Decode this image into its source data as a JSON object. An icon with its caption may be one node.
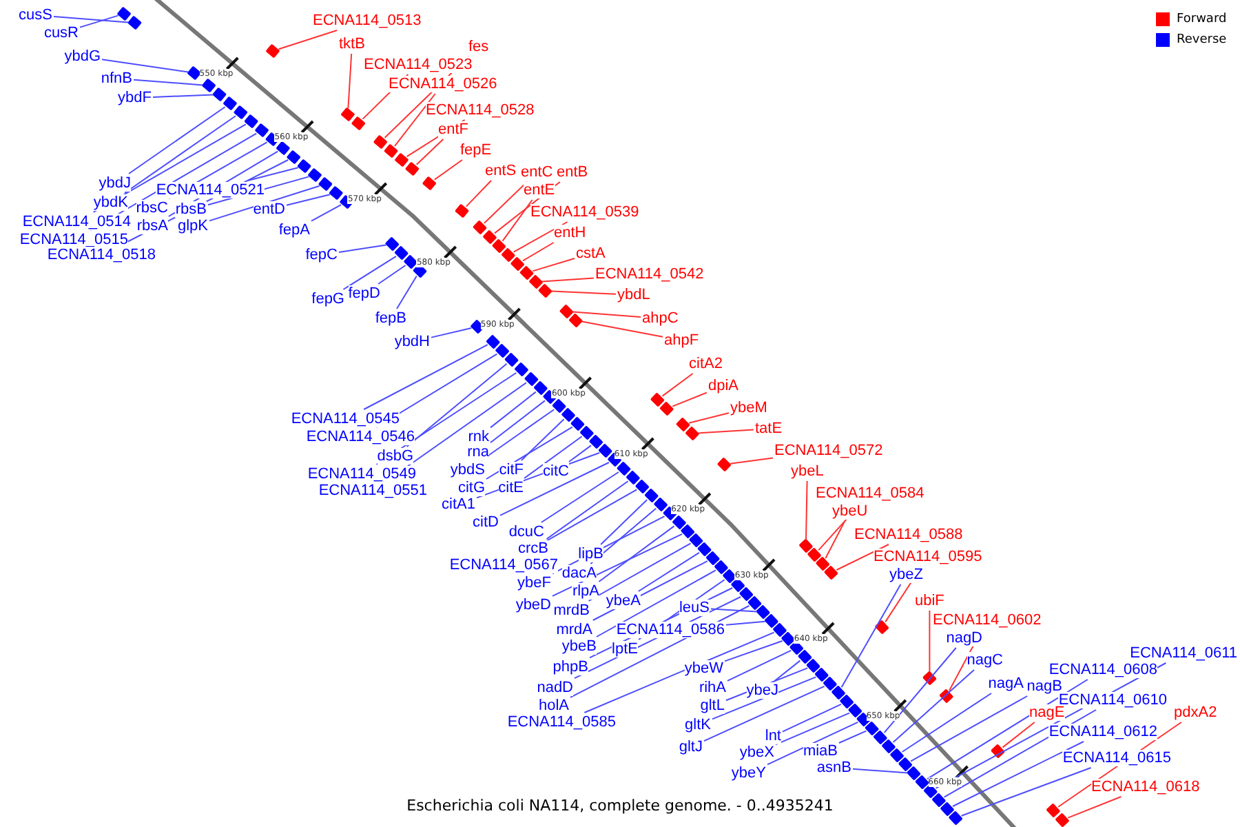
{
  "diagram": {
    "caption": "Escherichia coli NA114, complete genome. - 0..4935241",
    "nodes": [
      {
        "text": [
          "cusS"
        ]
      },
      {
        "text": [
          "cusR"
        ]
      },
      {
        "text": [
          "ybdG"
        ]
      },
      {
        "text": [
          "nfnB"
        ]
      },
      {
        "text": [
          "ybdF"
        ]
      },
      {
        "text": [
          "ybdJ"
        ]
      },
      {
        "text": [
          "ybdK"
        ]
      },
      {
        "text": [
          "rbsC"
        ]
      },
      {
        "text": [
          "ECNA114_0514"
        ]
      },
      {
        "text": [
          "rbsA"
        ]
      },
      {
        "text": [
          "ECNA114_0515"
        ]
      },
      {
        "text": [
          "ECNA114_0518"
        ]
      },
      {
        "text": [
          "ECNA114_0521"
        ]
      },
      {
        "text": [
          "rbsB"
        ]
      },
      {
        "text": [
          "glpK"
        ]
      },
      {
        "text": [
          "entD"
        ]
      },
      {
        "text": [
          "fepA"
        ]
      },
      {
        "text": [
          "fepC"
        ]
      },
      {
        "text": [
          "fepG"
        ]
      },
      {
        "text": [
          "fepD"
        ]
      },
      {
        "text": [
          "fepB"
        ]
      },
      {
        "text": [
          "ybdH"
        ]
      },
      {
        "text": [
          "ECNA114_0545"
        ]
      },
      {
        "text": [
          "ECNA114_0546"
        ]
      },
      {
        "text": [
          "dsbG"
        ]
      },
      {
        "text": [
          "ECNA114_0549"
        ]
      },
      {
        "text": [
          "ECNA114_0551"
        ]
      },
      {
        "text": [
          "rnk"
        ]
      },
      {
        "text": [
          "rna"
        ]
      },
      {
        "text": [
          "ybdS"
        ]
      },
      {
        "text": [
          "citF"
        ]
      },
      {
        "text": [
          "citG"
        ]
      },
      {
        "text": [
          "citE"
        ]
      },
      {
        "text": [
          "citC"
        ]
      },
      {
        "text": [
          "citA1"
        ]
      },
      {
        "text": [
          "citD"
        ]
      },
      {
        "text": [
          "dcuC"
        ]
      },
      {
        "text": [
          "crcB"
        ]
      },
      {
        "text": [
          "lipB"
        ]
      },
      {
        "text": [
          "ECNA114_0567"
        ]
      },
      {
        "text": [
          "dacA"
        ]
      },
      {
        "text": [
          "ybeF"
        ]
      },
      {
        "text": [
          "rlpA"
        ]
      },
      {
        "text": [
          "ybeD"
        ]
      },
      {
        "text": [
          "mrdB"
        ]
      },
      {
        "text": [
          "ybeA"
        ]
      },
      {
        "text": [
          "mrdA"
        ]
      },
      {
        "text": [
          "leuS"
        ]
      },
      {
        "text": [
          "ybeB"
        ]
      },
      {
        "text": [
          "ECNA114_0586"
        ]
      },
      {
        "text": [
          "lptE"
        ]
      },
      {
        "text": [
          "phpB"
        ]
      },
      {
        "text": [
          "nadD"
        ]
      },
      {
        "text": [
          "holA"
        ]
      },
      {
        "text": [
          "ECNA114_0585"
        ]
      },
      {
        "text": [
          "ybeW"
        ]
      },
      {
        "text": [
          "rihA"
        ]
      },
      {
        "text": [
          "ybeJ"
        ]
      },
      {
        "text": [
          "gltL"
        ]
      },
      {
        "text": [
          "gltK"
        ]
      },
      {
        "text": [
          "gltJ"
        ]
      },
      {
        "text": [
          "lnt"
        ]
      },
      {
        "text": [
          "ybeX"
        ]
      },
      {
        "text": [
          "ybeY"
        ]
      },
      {
        "text": [
          "miaB"
        ]
      },
      {
        "text": [
          "asnB"
        ]
      },
      {
        "text": [
          "ybeZ"
        ]
      },
      {
        "text": [
          "nagD"
        ]
      },
      {
        "text": [
          "nagC"
        ]
      },
      {
        "text": [
          "nagA"
        ]
      },
      {
        "text": [
          "nagB"
        ]
      },
      {
        "text": [
          "ECNA114_0608"
        ]
      },
      {
        "text": [
          "ECNA114_0611"
        ]
      },
      {
        "text": [
          "ECNA114_0610"
        ]
      },
      {
        "text": [
          "ECNA114_0612"
        ]
      },
      {
        "text": [
          "ECNA114_0615"
        ]
      },
      {
        "text": [
          "ECNA114_0513"
        ]
      },
      {
        "text": [
          "tktB"
        ]
      },
      {
        "text": [
          "ECNA114_0523"
        ]
      },
      {
        "text": [
          "fes"
        ]
      },
      {
        "text": [
          "ECNA114_0526"
        ]
      },
      {
        "text": [
          "ECNA114_0528"
        ]
      },
      {
        "text": [
          "entF"
        ]
      },
      {
        "text": [
          "fepE"
        ]
      },
      {
        "text": [
          "entS"
        ]
      },
      {
        "text": [
          "entC"
        ]
      },
      {
        "text": [
          "entB"
        ]
      },
      {
        "text": [
          "entE"
        ]
      },
      {
        "text": [
          "ECNA114_0539"
        ]
      },
      {
        "text": [
          "entH"
        ]
      },
      {
        "text": [
          "cstA"
        ]
      },
      {
        "text": [
          "ECNA114_0542"
        ]
      },
      {
        "text": [
          "ybdL"
        ]
      },
      {
        "text": [
          "ahpC"
        ]
      },
      {
        "text": [
          "ahpF"
        ]
      },
      {
        "text": [
          "citA2"
        ]
      },
      {
        "text": [
          "dpiA"
        ]
      },
      {
        "text": [
          "ybeM"
        ]
      },
      {
        "text": [
          "tatE"
        ]
      },
      {
        "text": [
          "ECNA114_0572"
        ]
      },
      {
        "text": [
          "ybeL"
        ]
      },
      {
        "text": [
          "ECNA114_0584"
        ]
      },
      {
        "text": [
          "ybeU"
        ]
      },
      {
        "text": [
          "ECNA114_0588"
        ]
      },
      {
        "text": [
          "ECNA114_0595"
        ]
      },
      {
        "text": [
          "ubiF"
        ]
      },
      {
        "text": [
          "ECNA114_0602"
        ]
      },
      {
        "text": [
          "nagE"
        ]
      },
      {
        "text": [
          "pdxA2"
        ]
      },
      {
        "text": [
          "ECNA114_0618"
        ]
      },
      {
        "text": [],
        "shape": "box"
      },
      {
        "text": [],
        "shape": "box"
      },
      {
        "text": [],
        "shape": "box"
      },
      {
        "text": [],
        "shape": "box"
      },
      {
        "text": [],
        "shape": "box"
      },
      {
        "text": [],
        "shape": "box"
      },
      {
        "text": [],
        "shape": "box"
      },
      {
        "text": [],
        "shape": "box"
      },
      {
        "text": [],
        "shape": "box"
      },
      {
        "text": [],
        "shape": "box"
      },
      {
        "text": [],
        "shape": "box"
      },
      {
        "text": [],
        "shape": "box"
      },
      {
        "text": [],
        "shape": "box"
      },
      {
        "text": [],
        "shape": "box"
      },
      {
        "text": [],
        "shape": "box"
      },
      {
        "text": [],
        "shape": "box"
      },
      {
        "text": [],
        "shape": "box"
      },
      {
        "text": [],
        "shape": "box"
      },
      {
        "text": [],
        "shape": "box"
      },
      {
        "text": [],
        "shape": "box"
      },
      {
        "text": [],
        "shape": "box"
      },
      {
        "text": [],
        "shape": "box"
      },
      {
        "text": [],
        "shape": "box"
      },
      {
        "text": [],
        "shape": "box"
      },
      {
        "text": [],
        "shape": "box"
      },
      {
        "text": [],
        "shape": "box"
      },
      {
        "text": [],
        "shape": "box"
      },
      {
        "text": [],
        "shape": "box"
      },
      {
        "text": [],
        "shape": "box"
      },
      {
        "text": [],
        "shape": "box"
      },
      {
        "text": [],
        "shape": "box"
      },
      {
        "text": [],
        "shape": "box"
      },
      {
        "text": [],
        "shape": "box"
      },
      {
        "text": [],
        "shape": "box"
      },
      {
        "text": [],
        "shape": "box"
      },
      {
        "text": [],
        "shape": "box"
      },
      {
        "text": [],
        "shape": "box"
      },
      {
        "text": [],
        "shape": "box"
      },
      {
        "text": [],
        "shape": "box"
      },
      {
        "text": [],
        "shape": "box"
      },
      {
        "text": [],
        "shape": "box"
      },
      {
        "text": [],
        "shape": "box"
      },
      {
        "text": [],
        "shape": "box"
      },
      {
        "text": [],
        "shape": "box"
      },
      {
        "text": [],
        "shape": "box"
      },
      {
        "text": [],
        "shape": "box"
      },
      {
        "text": [],
        "shape": "box"
      },
      {
        "text": [],
        "shape": "box"
      },
      {
        "text": [],
        "shape": "box"
      },
      {
        "text": [],
        "shape": "box"
      },
      {
        "text": [],
        "shape": "box"
      },
      {
        "text": [],
        "shape": "box"
      },
      {
        "text": [],
        "shape": "box"
      },
      {
        "text": [],
        "shape": "box"
      },
      {
        "text": [],
        "shape": "box"
      },
      {
        "text": [],
        "shape": "box"
      },
      {
        "text": [],
        "shape": "box"
      },
      {
        "text": [],
        "shape": "box"
      },
      {
        "text": [],
        "shape": "box"
      },
      {
        "text": [],
        "shape": "box"
      },
      {
        "text": [],
        "shape": "box"
      },
      {
        "text": [],
        "shape": "box"
      },
      {
        "text": [],
        "shape": "box"
      },
      {
        "text": [],
        "shape": "box"
      },
      {
        "text": [],
        "shape": "box"
      },
      {
        "text": [],
        "shape": "box"
      },
      {
        "text": [],
        "shape": "box"
      },
      {
        "text": [],
        "shape": "box"
      },
      {
        "text": [],
        "shape": "box"
      },
      {
        "text": [],
        "shape": "box"
      },
      {
        "text": [],
        "shape": "box"
      },
      {
        "text": [],
        "shape": "box"
      },
      {
        "text": [],
        "shape": "box"
      },
      {
        "text": [],
        "shape": "box"
      },
      {
        "text": [],
        "shape": "box"
      },
      {
        "text": [],
        "shape": "box"
      },
      {
        "text": [],
        "shape": "box"
      },
      {
        "text": [],
        "shape": "box"
      },
      {
        "text": [],
        "shape": "box"
      },
      {
        "text": [],
        "shape": "box"
      },
      {
        "text": [],
        "shape": "box"
      },
      {
        "text": [],
        "shape": "box"
      },
      {
        "text": [],
        "shape": "box"
      },
      {
        "text": [],
        "shape": "box"
      },
      {
        "text": [],
        "shape": "box"
      },
      {
        "text": [],
        "shape": "box"
      },
      {
        "text": [],
        "shape": "box"
      },
      {
        "text": [],
        "shape": "box"
      },
      {
        "text": [],
        "shape": "box"
      },
      {
        "text": [],
        "shape": "box"
      },
      {
        "text": [],
        "shape": "box"
      },
      {
        "text": [],
        "shape": "box"
      },
      {
        "text": [],
        "shape": "box"
      },
      {
        "text": [],
        "shape": "box"
      },
      {
        "text": [],
        "shape": "box"
      },
      {
        "text": [],
        "shape": "box"
      },
      {
        "text": [],
        "shape": "box"
      },
      {
        "text": [],
        "shape": "box"
      },
      {
        "text": [],
        "shape": "box"
      },
      {
        "text": [],
        "shape": "box"
      },
      {
        "text": [],
        "shape": "box"
      },
      {
        "text": [],
        "shape": "box"
      },
      {
        "text": [],
        "shape": "box"
      },
      {
        "text": [],
        "shape": "box"
      },
      {
        "text": [],
        "shape": "box"
      },
      {
        "text": [],
        "shape": "box"
      },
      {
        "text": [],
        "shape": "box"
      },
      {
        "text": [],
        "shape": "box"
      },
      {
        "text": [],
        "shape": "box"
      },
      {
        "text": [],
        "shape": "box"
      }
    ],
    "edges": [
      {
        "from": 0,
        "to": 110,
        "arrow": "none"
      },
      {
        "from": 1,
        "to": 111,
        "arrow": "none"
      },
      {
        "from": 2,
        "to": 112,
        "arrow": "none"
      },
      {
        "from": 3,
        "to": 113,
        "arrow": "none"
      },
      {
        "from": 4,
        "to": 114,
        "arrow": "none"
      },
      {
        "from": 5,
        "to": 115,
        "arrow": "none"
      },
      {
        "from": 6,
        "to": 116,
        "arrow": "none"
      },
      {
        "from": 7,
        "to": 117,
        "arrow": "none"
      },
      {
        "from": 8,
        "to": 118,
        "arrow": "none"
      },
      {
        "from": 9,
        "to": 119,
        "arrow": "none"
      },
      {
        "from": 10,
        "to": 120,
        "arrow": "none"
      },
      {
        "from": 11,
        "to": 121,
        "arrow": "none"
      },
      {
        "from": 12,
        "to": 122,
        "arrow": "none"
      },
      {
        "from": 13,
        "to": 123,
        "arrow": "none"
      },
      {
        "from": 14,
        "to": 124,
        "arrow": "none"
      },
      {
        "from": 15,
        "to": 125,
        "arrow": "none"
      },
      {
        "from": 16,
        "to": 126,
        "arrow": "none"
      },
      {
        "from": 17,
        "to": 127,
        "arrow": "none"
      },
      {
        "from": 18,
        "to": 128,
        "arrow": "none"
      },
      {
        "from": 19,
        "to": 129,
        "arrow": "none"
      },
      {
        "from": 20,
        "to": 130,
        "arrow": "none"
      },
      {
        "from": 21,
        "to": 131,
        "arrow": "none"
      },
      {
        "from": 22,
        "to": 132,
        "arrow": "none"
      },
      {
        "from": 23,
        "to": 133,
        "arrow": "none"
      },
      {
        "from": 24,
        "to": 134,
        "arrow": "none"
      },
      {
        "from": 25,
        "to": 135,
        "arrow": "none"
      },
      {
        "from": 26,
        "to": 136,
        "arrow": "none"
      },
      {
        "from": 27,
        "to": 137,
        "arrow": "none"
      },
      {
        "from": 28,
        "to": 138,
        "arrow": "none"
      },
      {
        "from": 29,
        "to": 139,
        "arrow": "none"
      },
      {
        "from": 30,
        "to": 140,
        "arrow": "none"
      },
      {
        "from": 31,
        "to": 141,
        "arrow": "none"
      },
      {
        "from": 32,
        "to": 142,
        "arrow": "none"
      },
      {
        "from": 33,
        "to": 143,
        "arrow": "none"
      },
      {
        "from": 34,
        "to": 144,
        "arrow": "none"
      },
      {
        "from": 35,
        "to": 145,
        "arrow": "none"
      },
      {
        "from": 36,
        "to": 146,
        "arrow": "none"
      },
      {
        "from": 37,
        "to": 147,
        "arrow": "none"
      },
      {
        "from": 38,
        "to": 148,
        "arrow": "none"
      },
      {
        "from": 39,
        "to": 149,
        "arrow": "none"
      },
      {
        "from": 40,
        "to": 150,
        "arrow": "none"
      },
      {
        "from": 41,
        "to": 151,
        "arrow": "none"
      },
      {
        "from": 42,
        "to": 152,
        "arrow": "none"
      },
      {
        "from": 43,
        "to": 153,
        "arrow": "none"
      },
      {
        "from": 44,
        "to": 154,
        "arrow": "none"
      },
      {
        "from": 45,
        "to": 155,
        "arrow": "none"
      },
      {
        "from": 46,
        "to": 156,
        "arrow": "none"
      },
      {
        "from": 47,
        "to": 157,
        "arrow": "none"
      },
      {
        "from": 48,
        "to": 158,
        "arrow": "none"
      },
      {
        "from": 49,
        "to": 159,
        "arrow": "none"
      },
      {
        "from": 50,
        "to": 160,
        "arrow": "none"
      },
      {
        "from": 51,
        "to": 161,
        "arrow": "none"
      },
      {
        "from": 52,
        "to": 162,
        "arrow": "none"
      },
      {
        "from": 53,
        "to": 163,
        "arrow": "none"
      },
      {
        "from": 54,
        "to": 164,
        "arrow": "none"
      },
      {
        "from": 55,
        "to": 165,
        "arrow": "none"
      },
      {
        "from": 56,
        "to": 166,
        "arrow": "none"
      },
      {
        "from": 57,
        "to": 167,
        "arrow": "none"
      },
      {
        "from": 58,
        "to": 168,
        "arrow": "none"
      },
      {
        "from": 59,
        "to": 169,
        "arrow": "none"
      },
      {
        "from": 60,
        "to": 170,
        "arrow": "none"
      },
      {
        "from": 61,
        "to": 171,
        "arrow": "none"
      },
      {
        "from": 62,
        "to": 172,
        "arrow": "none"
      },
      {
        "from": 63,
        "to": 173,
        "arrow": "none"
      },
      {
        "from": 64,
        "to": 174,
        "arrow": "none"
      },
      {
        "from": 65,
        "to": 175,
        "arrow": "none"
      },
      {
        "from": 66,
        "to": 176,
        "arrow": "none"
      },
      {
        "from": 67,
        "to": 177,
        "arrow": "none"
      },
      {
        "from": 68,
        "to": 178,
        "arrow": "none"
      },
      {
        "from": 69,
        "to": 179,
        "arrow": "none"
      },
      {
        "from": 70,
        "to": 180,
        "arrow": "none"
      },
      {
        "from": 71,
        "to": 181,
        "arrow": "none"
      },
      {
        "from": 72,
        "to": 182,
        "arrow": "none"
      },
      {
        "from": 73,
        "to": 183,
        "arrow": "none"
      },
      {
        "from": 74,
        "to": 184,
        "arrow": "none"
      },
      {
        "from": 75,
        "to": 185,
        "arrow": "none"
      },
      {
        "from": 76,
        "to": 186,
        "arrow": "none",
        "color": "#ff3333"
      },
      {
        "from": 77,
        "to": 187,
        "arrow": "none",
        "color": "#ff3333"
      },
      {
        "from": 78,
        "to": 188,
        "arrow": "none",
        "color": "#ff3333"
      },
      {
        "from": 79,
        "to": 189,
        "arrow": "none",
        "color": "#ff3333"
      },
      {
        "from": 80,
        "to": 190,
        "arrow": "none",
        "color": "#ff3333"
      },
      {
        "from": 81,
        "to": 191,
        "arrow": "none",
        "color": "#ff3333"
      },
      {
        "from": 82,
        "to": 192,
        "arrow": "none",
        "color": "#ff3333"
      },
      {
        "from": 83,
        "to": 193,
        "arrow": "none",
        "color": "#ff3333"
      },
      {
        "from": 84,
        "to": 194,
        "arrow": "none",
        "color": "#ff3333"
      },
      {
        "from": 85,
        "to": 195,
        "arrow": "none",
        "color": "#ff3333"
      },
      {
        "from": 86,
        "to": 196,
        "arrow": "none",
        "color": "#ff3333"
      },
      {
        "from": 87,
        "to": 197,
        "arrow": "none",
        "color": "#ff3333"
      },
      {
        "from": 88,
        "to": 198,
        "arrow": "none",
        "color": "#ff3333"
      },
      {
        "from": 89,
        "to": 199,
        "arrow": "none",
        "color": "#ff3333"
      },
      {
        "from": 90,
        "to": 200,
        "arrow": "none",
        "color": "#ff3333"
      },
      {
        "from": 91,
        "to": 201,
        "arrow": "none",
        "color": "#ff3333"
      },
      {
        "from": 92,
        "to": 202,
        "arrow": "none",
        "color": "#ff3333"
      },
      {
        "from": 93,
        "to": 203,
        "arrow": "none",
        "color": "#ff3333"
      },
      {
        "from": 94,
        "to": 204,
        "arrow": "none",
        "color": "#ff3333"
      },
      {
        "from": 95,
        "to": 205,
        "arrow": "none",
        "color": "#ff3333"
      },
      {
        "from": 96,
        "to": 206,
        "arrow": "none",
        "color": "#ff3333"
      },
      {
        "from": 97,
        "to": 207,
        "arrow": "none",
        "color": "#ff3333"
      },
      {
        "from": 98,
        "to": 208,
        "arrow": "none",
        "color": "#ff3333"
      },
      {
        "from": 99,
        "to": 209,
        "arrow": "none",
        "color": "#ff3333"
      },
      {
        "from": 100,
        "to": 210,
        "arrow": "none",
        "color": "#ff3333"
      },
      {
        "from": 101,
        "to": 211,
        "arrow": "none",
        "color": "#ff3333"
      },
      {
        "from": 102,
        "to": 212,
        "arrow": "none",
        "color": "#ff3333"
      },
      {
        "from": 103,
        "to": 213,
        "arrow": "none",
        "color": "#ff3333"
      },
      {
        "from": 104,
        "to": 214,
        "arrow": "none",
        "color": "#ff3333"
      },
      {
        "from": 105,
        "to": 215,
        "arrow": "none",
        "color": "#ff3333"
      },
      {
        "from": 106,
        "to": 216,
        "arrow": "none",
        "color": "#ff3333"
      },
      {
        "from": 107,
        "to": 217,
        "arrow": "none",
        "color": "#ff3333"
      },
      {
        "from": 108,
        "to": 218,
        "arrow": "none",
        "color": "#ff3333"
      },
      {
        "from": 109,
        "to": 219,
        "arrow": "none",
        "color": "#ff3333"
      }
    ],
    "labels": [
      "550 kbp",
      "560 kbp",
      "570 kbp",
      "580 kbp",
      "590 kbp",
      "600 kbp",
      "610 kbp",
      "620 kbp",
      "630 kbp",
      "640 kbp",
      "650 kbp",
      "660 kbp"
    ],
    "legend": [
      {
        "text": "Forward",
        "color": "#ff0000"
      },
      {
        "text": "Reverse",
        "color": "#0000ff"
      }
    ]
  }
}
